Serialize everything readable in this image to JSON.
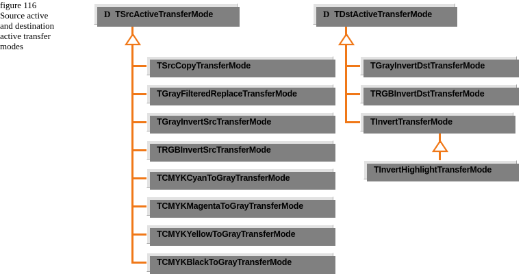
{
  "figure": {
    "caption_lines": [
      "figure 116",
      "Source active",
      "and destination",
      "active transfer",
      "modes"
    ],
    "accent_color": "#f07818",
    "box_fill_color": "#e2e2e2",
    "box_shadow_color": "#808080"
  },
  "diagram": {
    "type": "class-hierarchy",
    "deferred_marker": "D",
    "trees": [
      {
        "name": "src-tree",
        "root": {
          "label": "TSrcActiveTransferMode",
          "marker": "D"
        },
        "children": [
          {
            "label": "TSrcCopyTransferMode"
          },
          {
            "label": "TGrayFilteredReplaceTransferMode"
          },
          {
            "label": "TGrayInvertSrcTransferMode"
          },
          {
            "label": "TRGBInvertSrcTransferMode"
          },
          {
            "label": "TCMYKCyanToGrayTransferMode"
          },
          {
            "label": "TCMYKMagentaToGrayTransferMode"
          },
          {
            "label": "TCMYKYellowToGrayTransferMode"
          },
          {
            "label": "TCMYKBlackToGrayTransferMode"
          }
        ]
      },
      {
        "name": "dst-tree",
        "root": {
          "label": "TDstActiveTransferMode",
          "marker": "D"
        },
        "children": [
          {
            "label": "TGrayInvertDstTransferMode"
          },
          {
            "label": "TRGBInvertDstTransferMode"
          },
          {
            "label": "TInvertTransferMode",
            "children": [
              {
                "label": "TInvertHighlightTransferMode"
              }
            ]
          }
        ]
      }
    ]
  }
}
